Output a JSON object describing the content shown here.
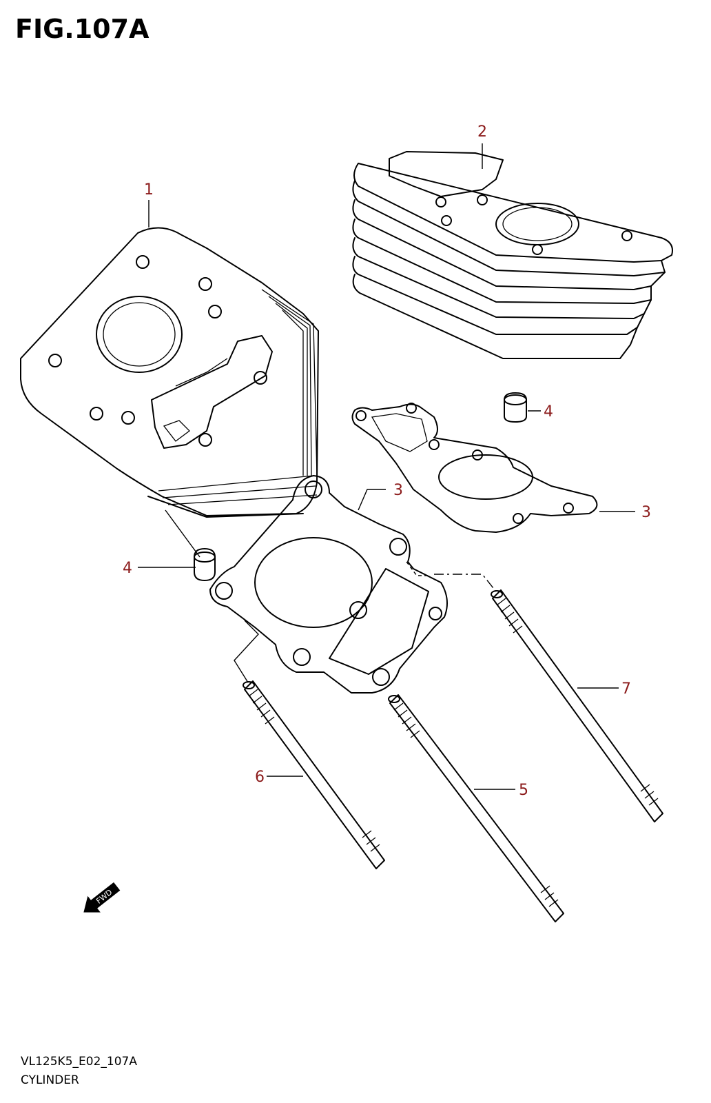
{
  "figure": {
    "title": "FIG.107A",
    "code": "VL125K5_E02_107A",
    "name": "CYLINDER",
    "fwd_label": "FWD"
  },
  "colors": {
    "callout": "#8b1a1a",
    "line": "#000000",
    "background": "#ffffff"
  },
  "callouts": [
    {
      "id": "c1",
      "text": "1"
    },
    {
      "id": "c2",
      "text": "2"
    },
    {
      "id": "c3a",
      "text": "3"
    },
    {
      "id": "c3b",
      "text": "3"
    },
    {
      "id": "c4a",
      "text": "4"
    },
    {
      "id": "c4b",
      "text": "4"
    },
    {
      "id": "c5",
      "text": "5"
    },
    {
      "id": "c6",
      "text": "6"
    },
    {
      "id": "c7",
      "text": "7"
    }
  ]
}
